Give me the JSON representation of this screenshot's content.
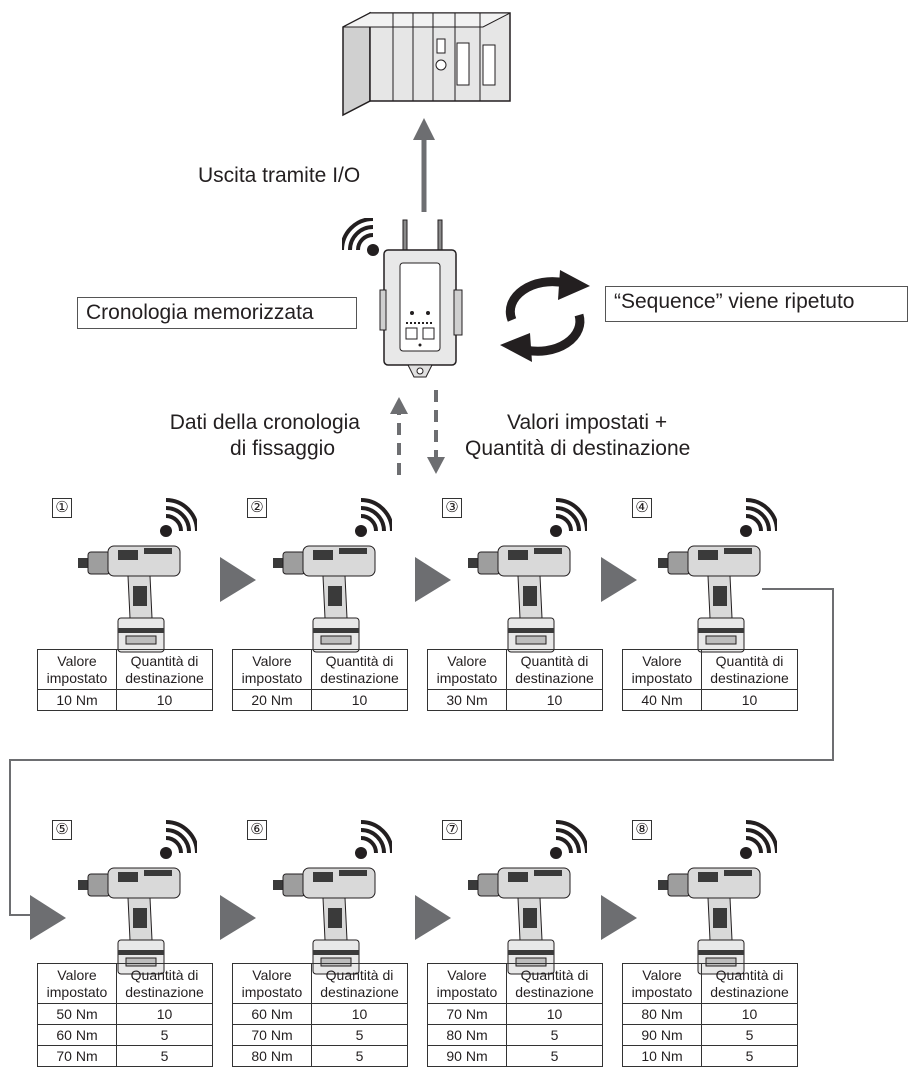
{
  "output_label": "Uscita tramite I/O",
  "history_box": "Cronologia memorizzata",
  "repeat_box": "“Sequence” viene ripetuto",
  "left_flow_label": [
    "Dati della cronologia",
    "di fissaggio"
  ],
  "right_flow_label": [
    "Valori impostati +",
    "Quantità di destinazione"
  ],
  "table_headers": {
    "col1": [
      "Valore",
      "impostato"
    ],
    "col2": [
      "Quantità di",
      "destinazione"
    ]
  },
  "steps": [
    {
      "num": "①",
      "rows": [
        [
          "10 Nm",
          "10"
        ]
      ]
    },
    {
      "num": "②",
      "rows": [
        [
          "20 Nm",
          "10"
        ]
      ]
    },
    {
      "num": "③",
      "rows": [
        [
          "30 Nm",
          "10"
        ]
      ]
    },
    {
      "num": "④",
      "rows": [
        [
          "40 Nm",
          "10"
        ]
      ]
    },
    {
      "num": "⑤",
      "rows": [
        [
          "50 Nm",
          "10"
        ],
        [
          "60 Nm",
          "5"
        ],
        [
          "70 Nm",
          "5"
        ]
      ]
    },
    {
      "num": "⑥",
      "rows": [
        [
          "60 Nm",
          "10"
        ],
        [
          "70 Nm",
          "5"
        ],
        [
          "80 Nm",
          "5"
        ]
      ]
    },
    {
      "num": "⑦",
      "rows": [
        [
          "70 Nm",
          "10"
        ],
        [
          "80 Nm",
          "5"
        ],
        [
          "90 Nm",
          "5"
        ]
      ]
    },
    {
      "num": "⑧",
      "rows": [
        [
          "80 Nm",
          "10"
        ],
        [
          "90 Nm",
          "5"
        ],
        [
          "10 Nm",
          "5"
        ]
      ]
    }
  ],
  "colors": {
    "arrow_gray": "#6d6e71",
    "line": "#231f20",
    "tool_dark": "#3a3a3a",
    "tool_light": "#d9d9d9"
  },
  "icons": [
    "plc-icon",
    "wireless-unit-icon",
    "wifi-icon",
    "rotate-cycle-icon",
    "impact-wrench-icon"
  ]
}
